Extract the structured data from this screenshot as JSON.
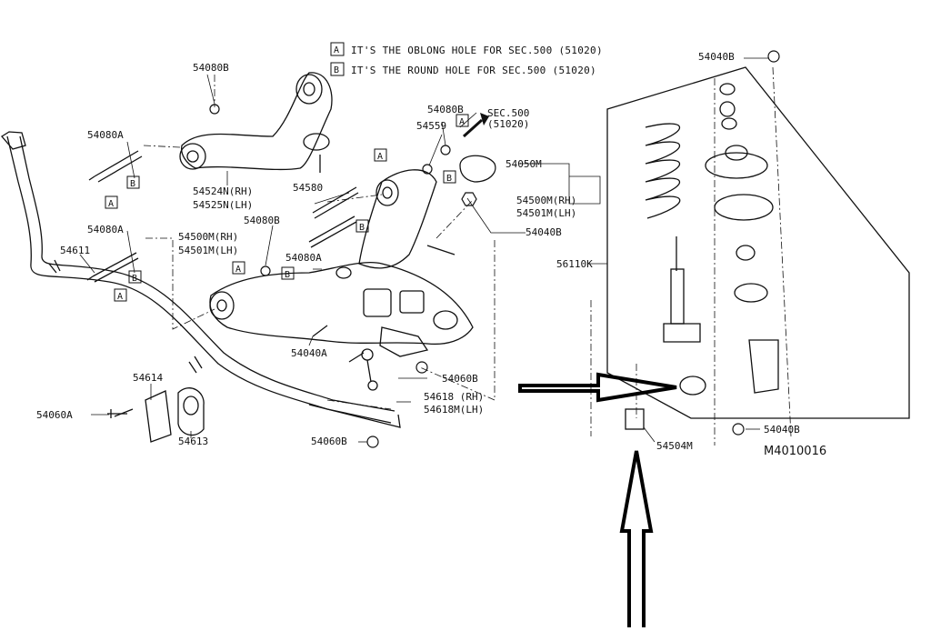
{
  "notes": [
    {
      "box": "A",
      "text": "IT'S THE OBLONG HOLE FOR SEC.500 (51020)"
    },
    {
      "box": "B",
      "text": "IT'S THE ROUND HOLE FOR SEC.500 (51020)"
    }
  ],
  "figure_id": "M4010016",
  "sec_ref": {
    "line1": "SEC.500",
    "line2": "(51020)"
  },
  "parts": {
    "p54080B_top": "54080B",
    "p54080A_1": "54080A",
    "p54524N": "54524N(RH)",
    "p54525N": "54525N(LH)",
    "p54080B_mid": "54080B",
    "p54559": "54559",
    "p54050M": "54050M",
    "p54580": "54580",
    "p54500M_r": "54500M(RH)",
    "p54501M_r": "54501M(LH)",
    "p54080B_2": "54080B",
    "p54040B_mid": "54040B",
    "p54080A_2": "54080A",
    "p54500M_l": "54500M(RH)",
    "p54501M_l": "54501M(LH)",
    "p54611": "54611",
    "p54080A_3": "54080A",
    "p54040A": "54040A",
    "p54060B_1": "54060B",
    "p54614": "54614",
    "p54618": "54618 (RH)",
    "p54618M": "54618M(LH)",
    "p54060A": "54060A",
    "p54613": "54613",
    "p54060B_2": "54060B",
    "p54040B_top": "54040B",
    "p56110K": "56110K",
    "p54040B_bot": "54040B",
    "p54504M": "54504M"
  },
  "box_letters": {
    "a": "A",
    "b": "B"
  },
  "colors": {
    "ink": "#111111",
    "arrow": "#000000"
  }
}
